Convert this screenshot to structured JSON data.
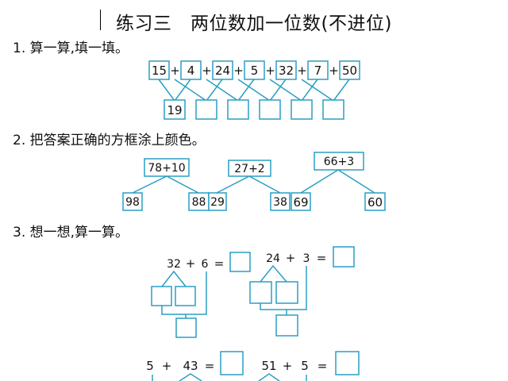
{
  "title": "练习三　两位数加一位数(不进位)",
  "q1": {
    "text": "1. 算一算,填一填。",
    "chain": [
      "15",
      "+",
      "4",
      "+",
      "24",
      "+",
      "5",
      "+",
      "32",
      "+",
      "7",
      "+",
      "50"
    ],
    "results": [
      "19",
      "",
      "",
      "",
      "",
      ""
    ]
  },
  "q2": {
    "text": "2. 把答案正确的方框涂上颜色。",
    "expressions": [
      "78+10",
      "27+2",
      "66+3"
    ],
    "answers": [
      "98",
      "88",
      "29",
      "38",
      "69",
      "60"
    ]
  },
  "q3": {
    "text": "3. 想一想,算一算。",
    "problems": [
      {
        "a": "32",
        "op": "+",
        "b": "6",
        "eq": "="
      },
      {
        "a": "24",
        "op": "+",
        "b": "3",
        "eq": "="
      },
      {
        "a": "5",
        "op": "+",
        "b": "43",
        "eq": "="
      },
      {
        "a": "51",
        "op": "+",
        "b": "5",
        "eq": "="
      }
    ]
  },
  "colors": {
    "accent": "#2a9fc4",
    "text": "#111111"
  }
}
